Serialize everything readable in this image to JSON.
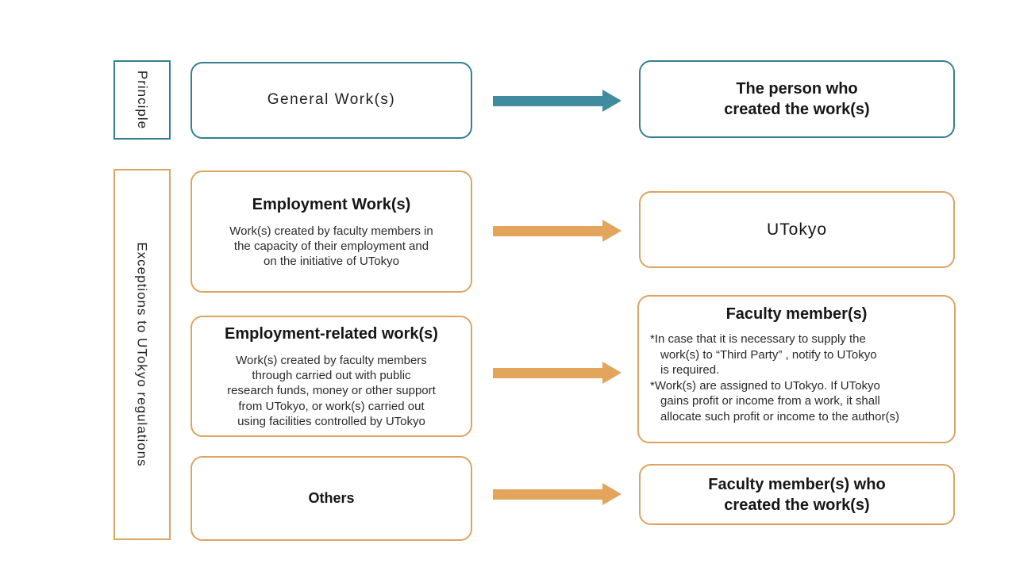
{
  "colors": {
    "teal": "#35808f",
    "orange": "#dca462",
    "teal_arrow": "#408b9d",
    "orange_arrow": "#e3a45c"
  },
  "side_labels": {
    "principle": "Principle",
    "exceptions": "Exceptions to UTokyo regulations"
  },
  "rows": [
    {
      "source": {
        "title": "General Work(s)"
      },
      "target": {
        "title": "The person who\ncreated the work(s)"
      }
    },
    {
      "source": {
        "title": "Employment Work(s)",
        "body": "Work(s) created by faculty members in\nthe capacity of their employment and\non the initiative of UTokyo"
      },
      "target": {
        "title": "UTokyo"
      }
    },
    {
      "source": {
        "title": "Employment-related work(s)",
        "body": "Work(s) created by faculty members\nthrough carried out with public\nresearch funds, money or other support\nfrom UTokyo, or work(s) carried out\nusing facilities controlled by UTokyo"
      },
      "target": {
        "title": "Faculty member(s)",
        "notes": [
          "*In case that it is necessary to supply the\nwork(s) to “Third Party” , notify to UTokyo\nis required.",
          "*Work(s) are assigned to UTokyo. If UTokyo\ngains profit or income from a work, it shall\nallocate such profit or income to the author(s)"
        ]
      }
    },
    {
      "source": {
        "title": "Others"
      },
      "target": {
        "title": "Faculty member(s) who\ncreated the work(s)"
      }
    }
  ]
}
